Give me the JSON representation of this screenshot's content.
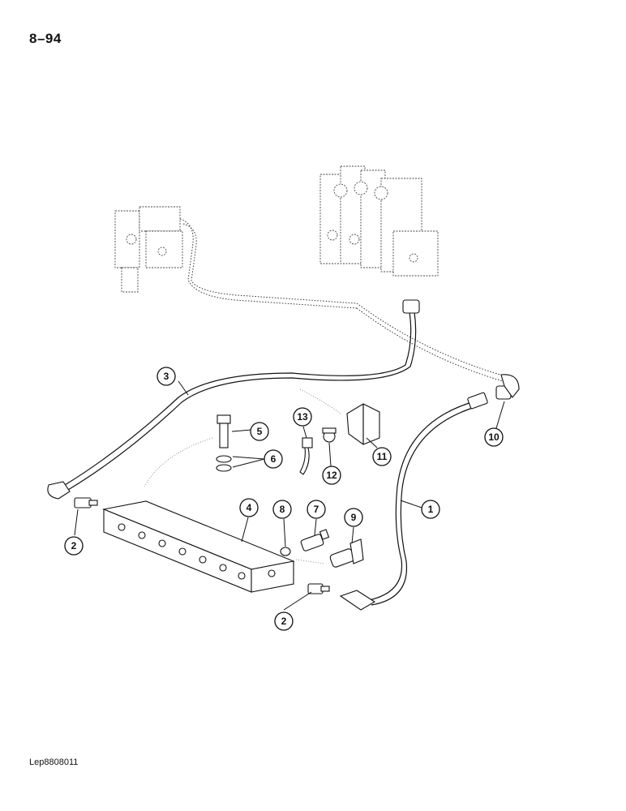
{
  "page": {
    "number": "8–94",
    "reference": "Lep8808011"
  },
  "callouts": [
    {
      "id": "1",
      "label": "1"
    },
    {
      "id": "2a",
      "label": "2"
    },
    {
      "id": "2b",
      "label": "2"
    },
    {
      "id": "3",
      "label": "3"
    },
    {
      "id": "4",
      "label": "4"
    },
    {
      "id": "5",
      "label": "5"
    },
    {
      "id": "6",
      "label": "6"
    },
    {
      "id": "7",
      "label": "7"
    },
    {
      "id": "8",
      "label": "8"
    },
    {
      "id": "9",
      "label": "9"
    },
    {
      "id": "10",
      "label": "10"
    },
    {
      "id": "11",
      "label": "11"
    },
    {
      "id": "12",
      "label": "12"
    },
    {
      "id": "13",
      "label": "13"
    }
  ]
}
